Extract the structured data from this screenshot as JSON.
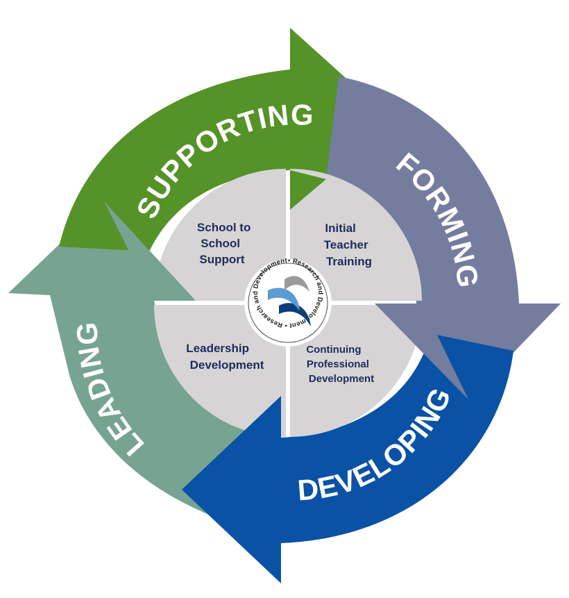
{
  "colors": {
    "supporting": "#559228",
    "forming": "#747d9e",
    "developing": "#0a52a6",
    "leading": "#77a392",
    "quadrant": "#d6d4d4",
    "text_dark": "#1f2b5c",
    "logo_blue_light": "#5b9bd5",
    "logo_blue_dark": "#0a3d7a",
    "logo_grey": "#9a9a9a"
  },
  "cycle": {
    "supporting": "SUPPORTING",
    "forming": "FORMING",
    "developing": "DEVELOPING",
    "leading": "LEADING"
  },
  "quadrants": {
    "top_left": [
      "School to",
      "School",
      "Support"
    ],
    "top_right": [
      "Initial",
      "Teacher",
      "Training"
    ],
    "bottom_left": [
      "Leadership",
      "Development"
    ],
    "bottom_right": [
      "Continuing",
      "Professional",
      "Development"
    ]
  },
  "center_badge": {
    "ring_text": "• Research and Development • Research and Development"
  }
}
